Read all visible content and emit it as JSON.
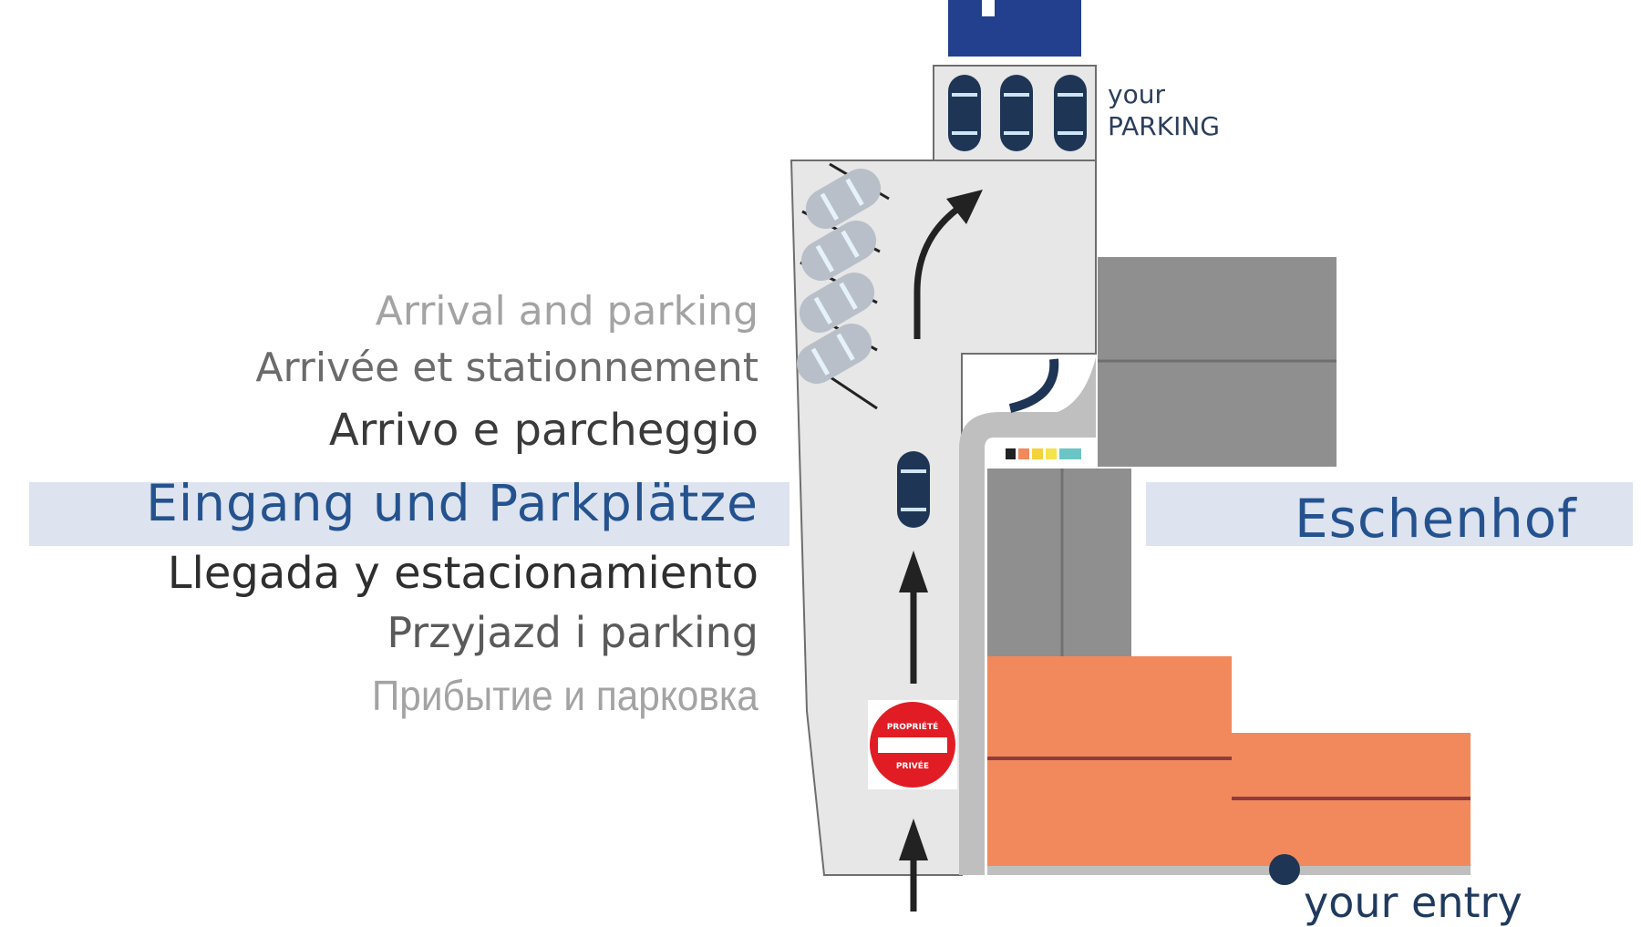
{
  "title": {
    "languages": [
      "Arrival and parking",
      "Arrivée et stationnement",
      "Arrivo e parcheggio",
      "Eingang und Parkplätze",
      "Llegada y estacionamiento",
      "Przyjazd i parking",
      "Прибытие и парковка"
    ]
  },
  "map": {
    "hotel_name": "Eschenhof",
    "parking_label_line1": "your",
    "parking_label_line2": "PARKING",
    "entry_label": "your entry",
    "sign_top": "PROPRIÉTÉ",
    "sign_bottom": "PRIVÉE",
    "icons": [
      "parking-sign-icon",
      "car-icon",
      "direction-arrow-icon",
      "no-entry-sign-icon",
      "entry-point-icon"
    ]
  },
  "colors": {
    "accent_blue": "#24528f",
    "parking_sign_blue": "#23408f",
    "building_grey": "#8f8f8f",
    "building_orange": "#f2895c",
    "road_light": "#e6e7e6",
    "car_navy": "#1f3556",
    "sign_red": "#e21c24"
  }
}
